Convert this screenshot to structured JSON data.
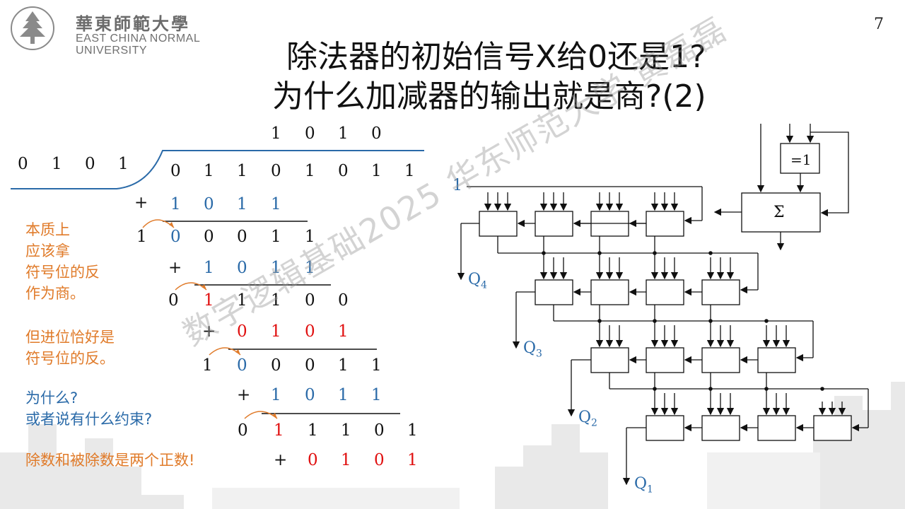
{
  "header": {
    "logo_cn": "華東師範大學",
    "logo_en_line1": "EAST CHINA NORMAL",
    "logo_en_line2": "UNIVERSITY",
    "page_number": "7"
  },
  "title": {
    "line1": "除法器的初始信号X给0还是1?",
    "line2": "为什么加减器的输出就是商?(2)"
  },
  "watermark": "数字逻辑基础2025 华东师范大学 黄磊磊",
  "division": {
    "quotient": [
      "1",
      "0",
      "1",
      "0"
    ],
    "divisor": [
      "0",
      "1",
      "0",
      "1"
    ],
    "dividend": [
      "0",
      "1",
      "1",
      "0",
      "1",
      "0",
      "1",
      "1"
    ],
    "steps": [
      {
        "op": "+",
        "addend": [
          "1",
          "0",
          "1",
          "1"
        ],
        "result": [
          "1",
          "0",
          "0",
          "0",
          "1",
          "1"
        ]
      },
      {
        "op": "+",
        "addend": [
          "1",
          "0",
          "1",
          "1"
        ],
        "result": [
          "0",
          "1",
          "1",
          "1",
          "0",
          "0"
        ]
      },
      {
        "op": "+",
        "addend": [
          "0",
          "1",
          "0",
          "1"
        ],
        "result": [
          "1",
          "0",
          "0",
          "0",
          "1",
          "1"
        ]
      },
      {
        "op": "+",
        "addend": [
          "1",
          "0",
          "1",
          "1"
        ],
        "result": [
          "0",
          "1",
          "1",
          "1",
          "0",
          "1"
        ]
      },
      {
        "op": "+",
        "addend": [
          "0",
          "1",
          "0",
          "1"
        ]
      }
    ]
  },
  "annotations": {
    "note1": [
      "本质上",
      "应该拿",
      "符号位的反",
      "作为商。"
    ],
    "note2": [
      "但进位恰好是",
      "符号位的反。"
    ],
    "note3": [
      "为什么?",
      "或者说有什么约束?"
    ],
    "note4": "除数和被除数是两个正数!"
  },
  "circuit": {
    "input_label": "1",
    "xor_label": "=1",
    "sum_label": "Σ",
    "outputs": [
      {
        "name": "Q",
        "sub": "4"
      },
      {
        "name": "Q",
        "sub": "3"
      },
      {
        "name": "Q",
        "sub": "2"
      },
      {
        "name": "Q",
        "sub": "1"
      }
    ]
  },
  "colors": {
    "orange": "#e07b2a",
    "blue": "#2a6aa8",
    "red": "#e01010"
  }
}
